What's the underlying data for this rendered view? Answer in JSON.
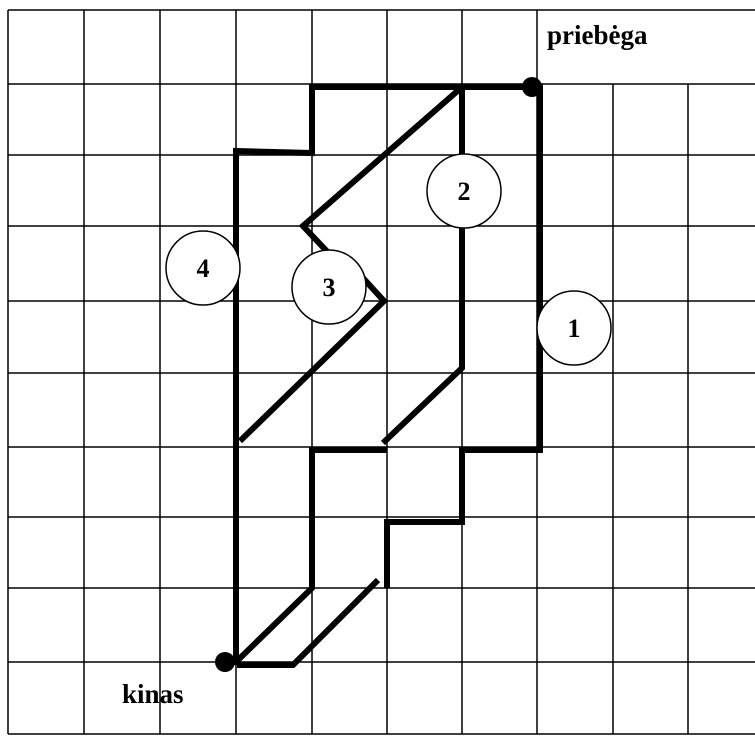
{
  "labels": {
    "start": "priebėga",
    "end": "kinas"
  },
  "routes": [
    {
      "number": "1"
    },
    {
      "number": "2"
    },
    {
      "number": "3"
    },
    {
      "number": "4"
    }
  ],
  "colors": {
    "grid": "#000000",
    "route": "#000000",
    "background": "#ffffff"
  }
}
